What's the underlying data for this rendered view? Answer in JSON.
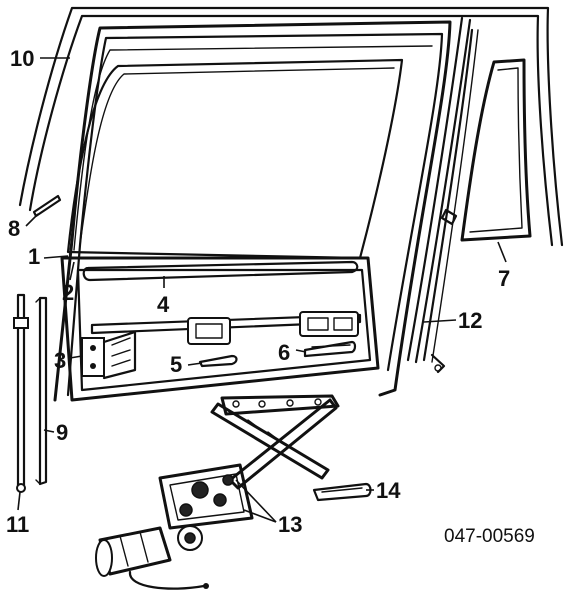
{
  "diagram": {
    "catalog_code": "047-00569",
    "callouts": {
      "c1": "1",
      "c2": "2",
      "c3": "3",
      "c4": "4",
      "c5": "5",
      "c6": "6",
      "c7": "7",
      "c8": "8",
      "c9": "9",
      "c10": "10",
      "c11": "11",
      "c12": "12",
      "c13": "13",
      "c14": "14"
    }
  }
}
